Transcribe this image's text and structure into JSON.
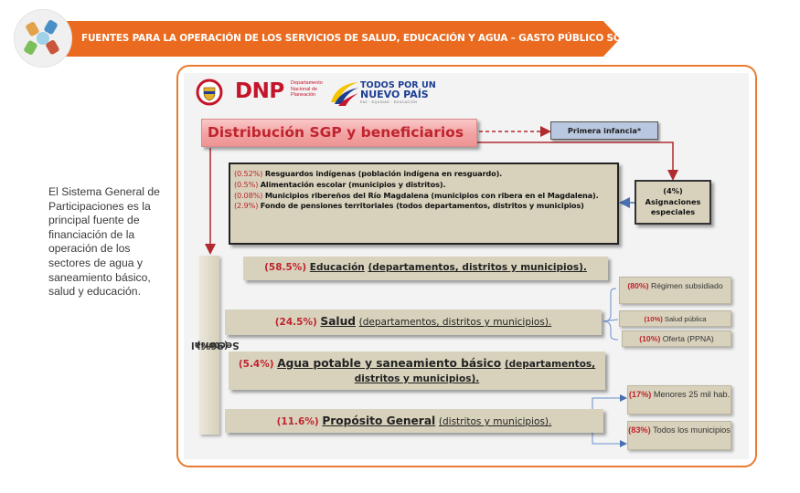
{
  "header": {
    "title": "Fuentes para la operación de los servicios de salud, educación y agua – gasto público social por sectores",
    "brand_color": "#ea6a1f"
  },
  "side_text": "El Sistema General de Participaciones es la principal fuente de financiación de la operación de los sectores de agua y saneamiento básico, salud y educación.",
  "slide": {
    "logos": {
      "dnp": "DNP",
      "dnp_subtitle": "Departamento Nacional de Planeación",
      "tagline_1": "TODOS POR UN",
      "tagline_2": "NUEVO PAÍS",
      "tagline_small": "PAZ · EQUIDAD · EDUCACIÓN"
    },
    "distribution_title": "Distribución SGP y beneficiarios",
    "primera_infancia": "Primera infancia*",
    "asignaciones": {
      "pct": "(4%)",
      "label": "Asignaciones especiales"
    },
    "special_items": [
      {
        "pct": "(0.52%)",
        "text": "Resguardos indígenas (población indígena en resguardo)."
      },
      {
        "pct": "(0.5%)",
        "text": "Alimentación escolar (municipios y distritos)."
      },
      {
        "pct": "(0.08%)",
        "text": "Municipios ribereños del Río Magdalena (municipios con ribera en el Magdalena)."
      },
      {
        "pct": "(2.9%)",
        "text": "Fondo de pensiones territoriales (todos departamentos, distritos y municipios)"
      }
    ],
    "sectorial": {
      "pct": "(96%)",
      "label": "Sectorial"
    },
    "sectors": {
      "educacion": {
        "pct": "(58.5%)",
        "name": "Educación",
        "detail": "(departamentos, distritos y municipios)."
      },
      "salud": {
        "pct": "(24.5%)",
        "name": "Salud",
        "detail": "(departamentos, distritos y municipios)."
      },
      "agua": {
        "pct": "(5.4%)",
        "name": "Agua potable y saneamiento básico",
        "detail_1": "(departamentos,",
        "detail_2": "distritos y municipios)."
      },
      "proposito": {
        "pct": "(11.6%)",
        "name": "Propósito General",
        "detail": "(distritos y municipios)."
      }
    },
    "salud_breakdown": [
      {
        "pct": "(80%)",
        "text": "Régimen subsidiado"
      },
      {
        "pct": "(10%)",
        "text": "Salud pública"
      },
      {
        "pct": "(10%)",
        "text": "Oferta (PPNA)"
      }
    ],
    "proposito_breakdown": [
      {
        "pct": "(17%)",
        "text": "Menores 25 mil hab."
      },
      {
        "pct": "(83%)",
        "text": "Todos los municipios"
      }
    ]
  }
}
